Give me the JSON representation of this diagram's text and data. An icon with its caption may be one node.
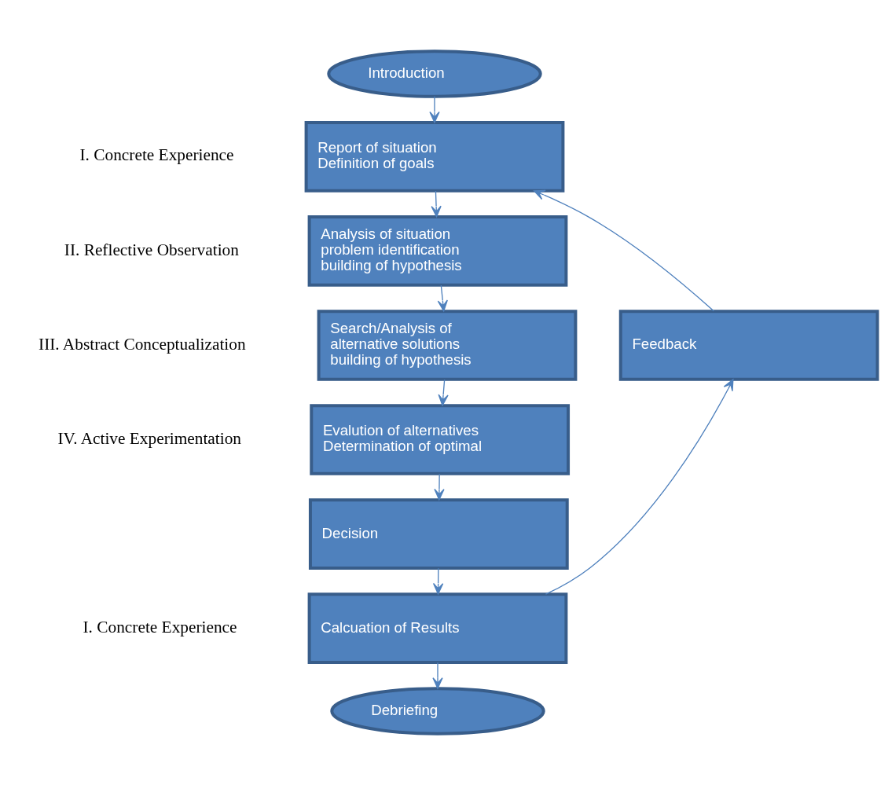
{
  "diagram": {
    "nodes": [
      {
        "text": [
          "Introduction"
        ]
      },
      {
        "text": [
          "Report of situation Definition of goals"
        ]
      },
      {
        "text": [
          "Analysis of situation problem identification building of hypothesis"
        ]
      },
      {
        "text": [
          "Search/Analysis of alternative solutions building of hypothesis"
        ]
      },
      {
        "text": [
          "Evalution of alternatives Determination of optimal"
        ]
      },
      {
        "text": [
          "Decision"
        ]
      },
      {
        "text": [
          "Calcuation of Results"
        ]
      },
      {
        "text": [
          "Debriefing"
        ]
      },
      {
        "text": [
          "Feedback"
        ]
      }
    ],
    "edges": [
      {
        "from": 0,
        "to": 1,
        "arrow": "to"
      },
      {
        "from": 1,
        "to": 2,
        "arrow": "to"
      },
      {
        "from": 2,
        "to": 3,
        "arrow": "to"
      },
      {
        "from": 3,
        "to": 4,
        "arrow": "to"
      },
      {
        "from": 4,
        "to": 5,
        "arrow": "to"
      },
      {
        "from": 5,
        "to": 6,
        "arrow": "to"
      },
      {
        "from": 6,
        "to": 7,
        "arrow": "to"
      },
      {
        "from": 6,
        "to": 8,
        "arrow": "to"
      },
      {
        "from": 8,
        "to": 1,
        "arrow": "to"
      }
    ],
    "labels": [
      "I. Concrete Experience",
      "II. Reflective Observation",
      "III. Abstract Conceptualization",
      "IV. Active Experimentation",
      "I. Concrete Experience"
    ]
  }
}
